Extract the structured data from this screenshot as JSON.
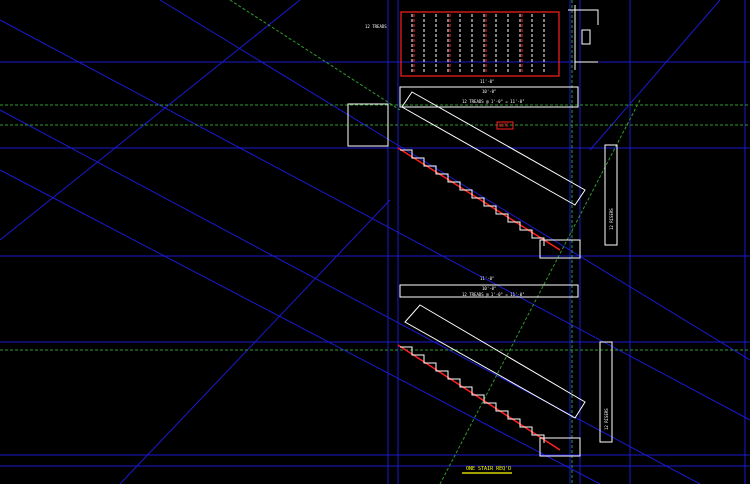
{
  "drawing": {
    "title": "ONE STAIR REQ'D",
    "colors": {
      "background": "#000000",
      "grid": "#1a1ad0",
      "construction": "#2f9a2f",
      "stringer": "#ff2020",
      "outline": "#ffffff",
      "title": "#ffff00"
    },
    "top_plan": {
      "dimension_label": "11'-0\"",
      "tread_count": 12,
      "note": "12 TREADS"
    },
    "flight_1": {
      "dimension_outer": "11'-0\"",
      "dimension_inner": "10'-0\"",
      "tread_note": "12 TREADS @ 1'-0\" = 11'-0\"",
      "rise_note": "12 RISERS",
      "tag": "NOTE"
    },
    "flight_2": {
      "dimension_outer": "11'-0\"",
      "dimension_inner": "10'-0\"",
      "tread_note": "12 TREADS @ 1'-0\" = 11'-0\"",
      "rise_note": "12 RISERS"
    }
  }
}
